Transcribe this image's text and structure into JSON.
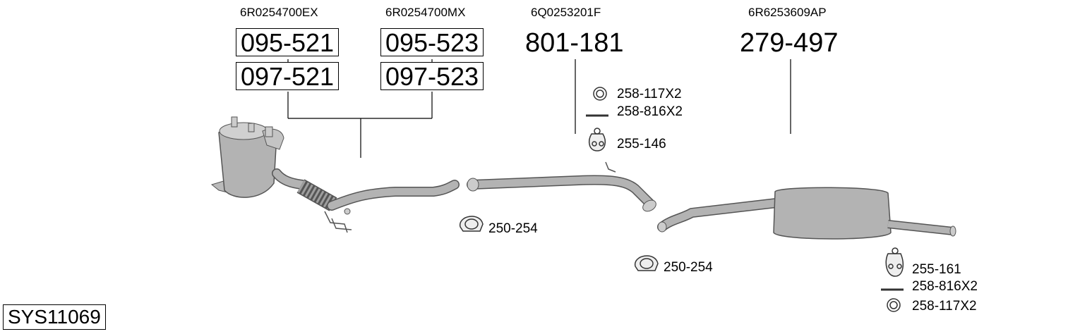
{
  "system_code": "SYS11069",
  "groups": [
    {
      "oem": "6R0254700EX",
      "parts": [
        "095-521",
        "097-521"
      ]
    },
    {
      "oem": "6R0254700MX",
      "parts": [
        "095-523",
        "097-523"
      ]
    },
    {
      "oem": "6Q0253201F",
      "part": "801-181"
    },
    {
      "oem": "6R6253609AP",
      "part": "279-497"
    }
  ],
  "accessories": {
    "front": [
      "258-117X2",
      "258-816X2",
      "255-146"
    ],
    "clamp_1": "250-254",
    "clamp_2": "250-254",
    "rear": [
      "255-161",
      "258-816X2",
      "258-117X2"
    ]
  },
  "colors": {
    "part_fill": "#a9a9a9",
    "part_stroke": "#555555",
    "line": "#000000"
  }
}
